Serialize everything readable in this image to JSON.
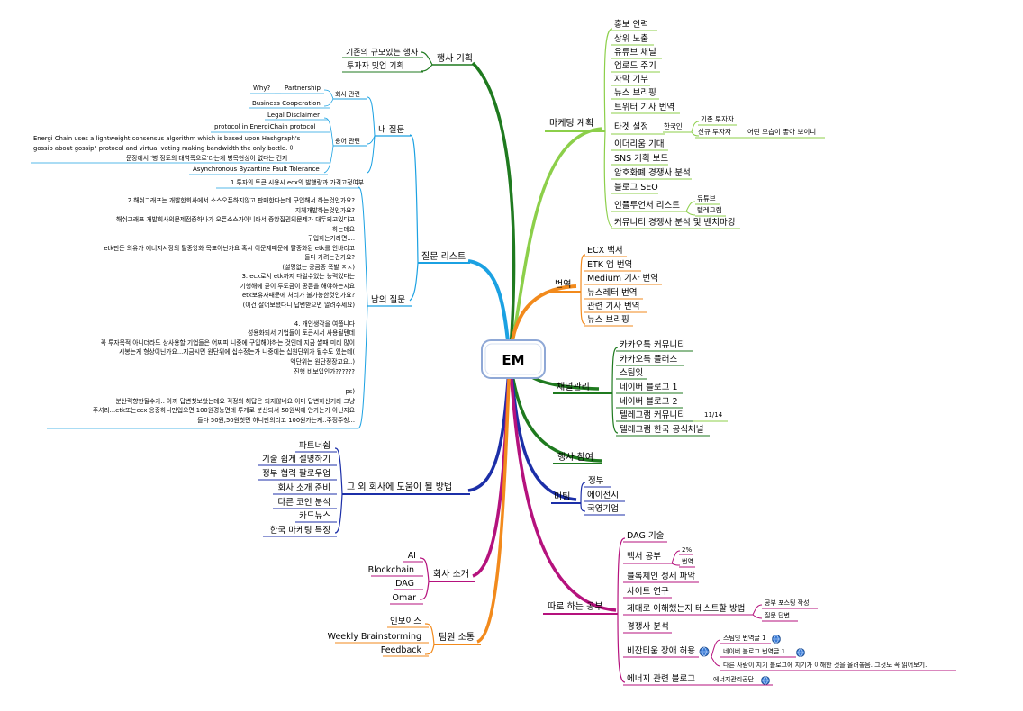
{
  "center": "EM",
  "branches": {
    "marketing": {
      "label": "마케팅 계획",
      "color": "#8ccf4a",
      "items": [
        "홍보 인력",
        "상위 노출",
        "유튜브 채널",
        "업로드 주기",
        "자막 기부",
        "뉴스 브리핑",
        "트위터 기사 번역",
        "타겟 설정",
        "이더리움 기대",
        "SNS 기획 보드",
        "암호화폐 경쟁사 분석",
        "블로그 SEO",
        "인플루언서 리스트",
        "커뮤니티 경쟁사 분석 및 벤치마킹"
      ],
      "target_sub": "한국인",
      "target_sub_items": [
        "기존 투자자",
        "신규 투자자"
      ],
      "target_note": "어떤 모습이 좋아 보이니",
      "influencer_sub": [
        "유튜브",
        "텔레그램"
      ]
    },
    "event_plan": {
      "label": "행사 기획",
      "color": "#1f7a1f",
      "items": [
        "기존의 규모있는 행사",
        "투자자 밋업 기획"
      ]
    },
    "questions": {
      "label": "질문 리스트",
      "color": "#1ba1e2",
      "my_q": "내 질문",
      "company_relation": "회사 관련",
      "why": "Why?",
      "partnership": "Partnership",
      "business_coop": "Business   Cooperation",
      "terms": "용어 관련",
      "legal": "Legal  Disclaimer",
      "protocol": "protocol  in  EnergiChain  protocol",
      "energi_1": "Energi  Chain  uses  a  lightweight  consensus  algorithm  which  is  based  upon  Hashgraph's",
      "energi_2": "gossip  about  gossip\"  protocol  and  virtual  voting  making  bandwidth  the  only  bottle.  이",
      "energi_3": "문장에서 '병 정도의 대역폭으로'라는게 병목현상이 없다는 건지",
      "async": "Asynchronous   Byzantine   Fault   Tolerance",
      "others_q": "남의 질문",
      "others_lines": [
        "1.투자의 토큰 시용시 ecx의 발행량과 가격고정여부",
        "",
        "2.해쉬그래프는   개발한회사에서     소스오픈하지않고   판매한다는데   구입해서   하는것인가요?",
        "지체개발하는것인가요?",
        "해쉬그래프   개발회사의문제점중하나가   오픈소스가아니라서   중앙집권의문제가   대두되고있다고",
        "하는데요",
        "구입하는거라면....",
        "etk만든   의유가   에너지시장의  탈중앙화  목표아닌가요  혹시  이문제때문에  탈중화된  etk를  안바리고",
        "들다   가려는건가요?",
        "(설명없는  궁금증  폭발  ㅈㅅ)",
        "3.  ecx로서  etk까지  다일수있는  능력있다는",
        "기행해에  곧이  투도금이  공존을  해야하는지요",
        "etk보유자때문에   처리가   불가능한것인가요?",
        "(이건  잘어보셨다니  답변받으면  알려주세요)",
        "",
        "4.  개인생각을  여쭙니다",
        "성용화되서  기업들이  토큰시서  사용될텐데",
        "꼭  투자목적  아니더라도  상사용할  기업들은  어찌피  니중에  구입해야하는  것인데  지금  쌀때  미리  많이",
        "시봉는게  형상이닌가요...지금시면  원단위에  십수정는가  니중에는  십원단위가  될수도  있는데(",
        "액단위는  원단정장고요..)",
        "진행   비보입인가??????",
        "",
        "ps)",
        "분산력향한될수가..  아까  답변칫보았는데요  걱정의  해답은  되지않네요  이미  답변하신거라  그냥",
        "주셔리...etk또는ecx  응중하니만입으면  100원경능면데  투개로  분산되서  50원씩에  안가는거  아닌지요",
        "들다   50원,50원칫면  하니만의리고   100원가는게..주정주청..."
      ]
    },
    "help": {
      "label": "그 외 회사에 도움이 될 방법",
      "color": "#1c2fa8",
      "items": [
        "파트너쉽",
        "기술 쉽게 설명하기",
        "정부 협력 팔로우업",
        "회사 소개 준비",
        "다른 코인 분석",
        "카드뉴스",
        "한국 마케팅 특징"
      ]
    },
    "intro": {
      "label": "회사 소개",
      "color": "#b5127d",
      "items": [
        "AI",
        "Blockchain",
        "DAG",
        "Omar"
      ]
    },
    "team": {
      "label": "팀원 소통",
      "color": "#f28a1c",
      "items": [
        "인보이스",
        "Weekly  Brainstorming",
        "Feedback"
      ]
    },
    "translation": {
      "label": "번역",
      "color": "#f28a1c",
      "items": [
        "ECX 백서",
        "ETK 앱 번역",
        "Medium 기사 번역",
        "뉴스레터 번역",
        "관련 기사 번역",
        "뉴스 브리핑"
      ]
    },
    "channel": {
      "label": "채널관리",
      "color": "#1f7a1f",
      "items": [
        "카카오톡 커뮤니티",
        "카카오톡 플러스",
        "스팀잇",
        "네이버 블로그 1",
        "네이버 블로그 2",
        "텔레그램 커뮤니티",
        "텔레그램 한국 공식채널"
      ],
      "telegram_note": "11/14"
    },
    "event_join": {
      "label": "행사 참여",
      "color": "#1f7a1f"
    },
    "meeting": {
      "label": "미팅",
      "color": "#1c2fa8",
      "items": [
        "정부",
        "에이전시",
        "국영기업"
      ]
    },
    "study": {
      "label": "따로 하는 공부",
      "color": "#b5127d",
      "items": [
        "DAG 기술",
        "백서 공부",
        "블록체인 정세 파악",
        "사이트 연구",
        "제대로 이해했는지 테스트할 방법",
        "경쟁사 분석",
        "비잔티움 장애 허용",
        "에너지 관련 블로그"
      ],
      "whitepaper_sub": [
        "2%",
        "번역"
      ],
      "test_sub": [
        "공부 포스팅 작성",
        "질문 답변"
      ],
      "bft_sub": [
        "스팀잇 번역글 1",
        "네이버 블로그 번역글 1",
        "다른 사람이 지기 블로그에 지기가 이해한 것을 올려놓음. 그것도 꼭 읽어보기."
      ],
      "energy_sub": "에너지관리공단"
    }
  }
}
